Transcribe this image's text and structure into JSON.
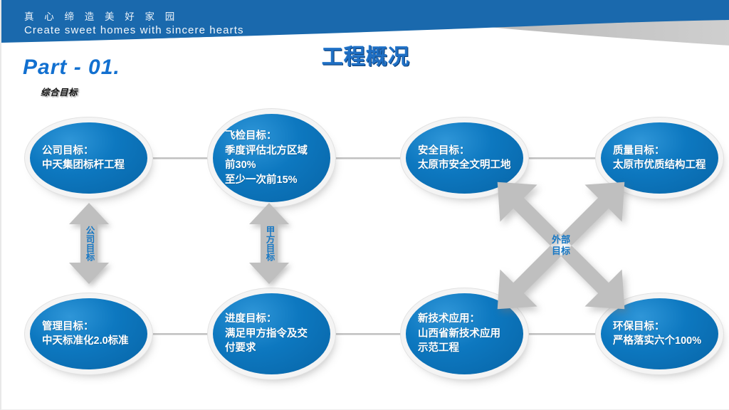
{
  "brand": {
    "tagline_cn": "真 心 缔 造 美 好 家 园",
    "tagline_en": "Create sweet homes with sincere hearts"
  },
  "header": {
    "title": "工程概况",
    "part_label": "Part - 01.",
    "sub_label": "综合目标"
  },
  "colors": {
    "header_blue": "#1a69ad",
    "node_blue": "#0d78c0",
    "title_blue": "#1f6fc4",
    "arrow_gray": "#bfbfbf",
    "connector_gray": "#c0c0c0",
    "label_blue": "#1677c4"
  },
  "diagram": {
    "nodes": [
      {
        "id": "company-goal",
        "text": "公司目标：\n中天集团标杆工程"
      },
      {
        "id": "flight-check-goal",
        "text": "飞检目标：\n季度评估北方区域\n前30%\n至少一次前15%"
      },
      {
        "id": "safety-goal",
        "text": "安全目标：\n太原市安全文明工地"
      },
      {
        "id": "quality-goal",
        "text": "质量目标：\n太原市优质结构工程"
      },
      {
        "id": "management-goal",
        "text": "管理目标：\n中天标准化2.0标准"
      },
      {
        "id": "schedule-goal",
        "text": "进度目标：\n满足甲方指令及交\n付要求"
      },
      {
        "id": "new-tech-goal",
        "text": "新技术应用：\n山西省新技术应用\n示范工程"
      },
      {
        "id": "environment-goal",
        "text": "环保目标：\n严格落实六个100%"
      }
    ],
    "arrows": [
      {
        "id": "company-arrow",
        "label": "公司目标"
      },
      {
        "id": "owner-arrow",
        "label": "甲方目标"
      },
      {
        "id": "external-arrow",
        "label": "外部\n目标"
      }
    ]
  }
}
